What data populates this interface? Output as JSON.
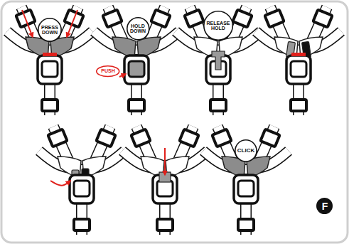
{
  "diagram": {
    "nodes": [
      {
        "text": [
          "PRESS DOWN"
        ]
      },
      {
        "text": [
          "HOLD DOWN"
        ]
      },
      {
        "text": [
          "PUSH"
        ]
      },
      {
        "text": [
          "RELEASE HOLD"
        ]
      },
      {
        "text": [
          "CLICK"
        ]
      },
      {
        "text": [
          "F"
        ]
      }
    ]
  }
}
